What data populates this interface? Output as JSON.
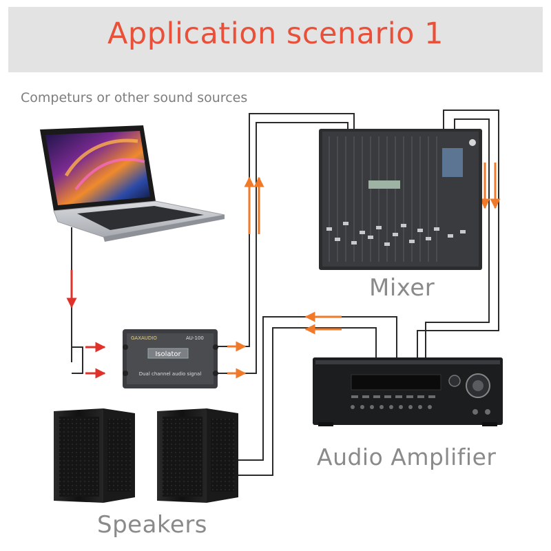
{
  "header": {
    "title": "Application scenario 1"
  },
  "labels": {
    "source": "Competurs or other sound sources",
    "mixer": "Mixer",
    "amplifier": "Audio Amplifier",
    "speakers": "Speakers"
  },
  "isolator": {
    "brand": "GAXAUDIO",
    "model": "AU-100",
    "name": "Isolator",
    "subtitle": "Dual channel audio signal"
  },
  "colors": {
    "title": "#e8503a",
    "arrow_red": "#e0312a",
    "arrow_orange": "#f07a2a",
    "wire": "#2a2a2a",
    "banner": "#e3e3e3"
  }
}
